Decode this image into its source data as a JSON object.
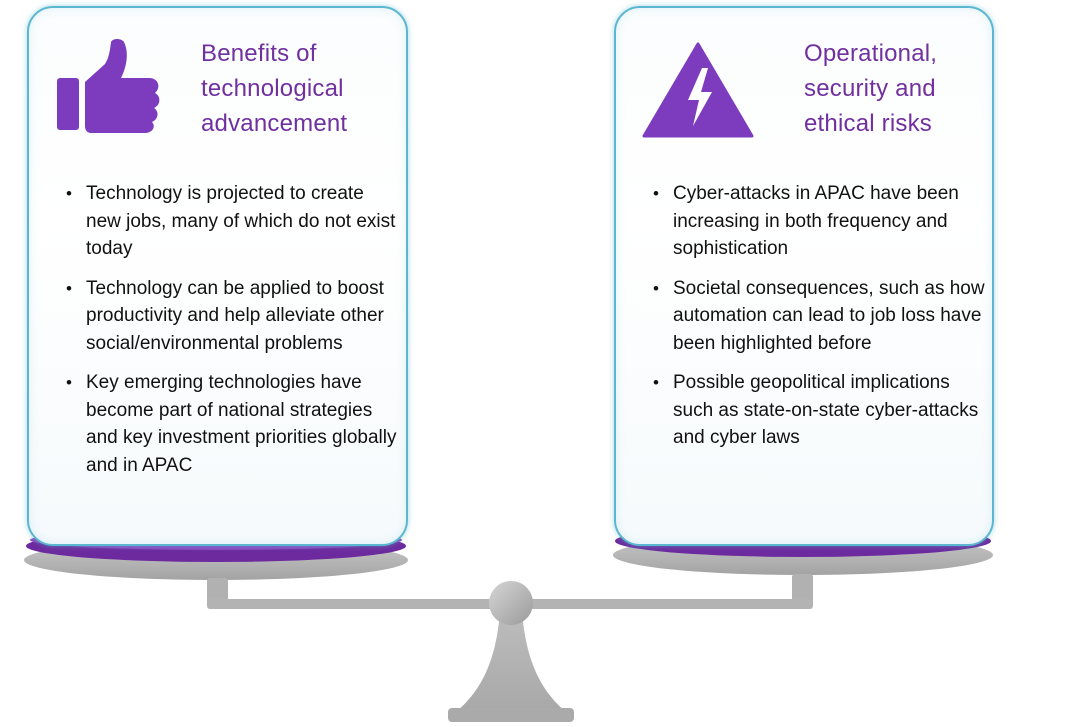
{
  "left_panel": {
    "title": "Benefits of\ntechnological\nadvancement",
    "icon": "thumbs-up-icon",
    "points": [
      "Technology is projected to create new jobs, many of which do not exist today",
      "Technology can be applied to boost productivity and help alleviate other social/environmental problems",
      "Key emerging technologies have become part of national strategies and key investment priorities globally and in APAC"
    ]
  },
  "right_panel": {
    "title": "Operational,\nsecurity and\nethical risks",
    "icon": "warning-lightning-icon",
    "points": [
      "Cyber-attacks in APAC have been increasing in both frequency and sophistication",
      "Societal consequences, such as how automation can lead to job loss have been highlighted before",
      "Possible geopolitical implications such as state-on-state cyber-attacks and cyber laws"
    ]
  },
  "colors": {
    "accent_purple": "#7030a0",
    "icon_purple": "#7d3cbe",
    "panel_border": "#5bb7cf",
    "scale_gray": "#b5b5b5"
  }
}
